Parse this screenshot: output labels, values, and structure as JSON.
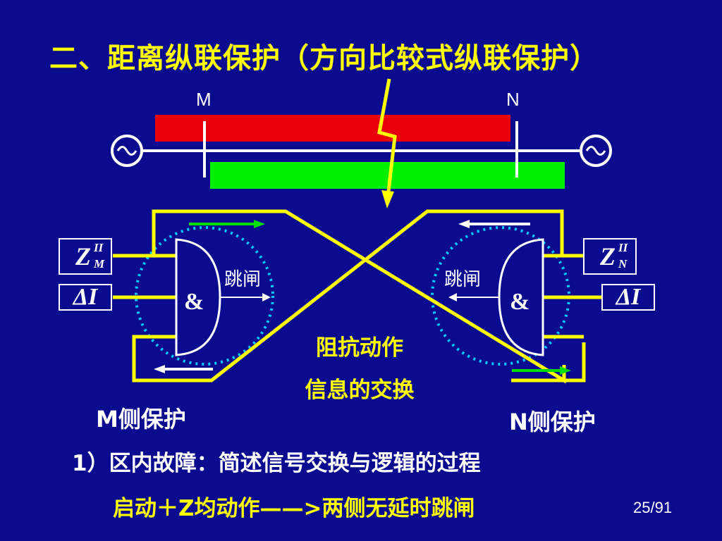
{
  "title": "二、距离纵联保护（方向比较式纵联保护）",
  "bus_labels": {
    "m": "M",
    "n": "N"
  },
  "relay_m": {
    "z_symbol": "Z",
    "z_superscript": "II",
    "z_subscript": "M",
    "delta_label": "ΔI",
    "gate_symbol": "&",
    "trip_label": "跳闸",
    "side_label": "M侧保护"
  },
  "relay_n": {
    "z_symbol": "Z",
    "z_superscript": "II",
    "z_subscript": "N",
    "delta_label": "ΔI",
    "gate_symbol": "&",
    "trip_label": "跳闸",
    "side_label": "N侧保护"
  },
  "center_caption": {
    "line1": "阻抗动作",
    "line2": "信息的交换"
  },
  "question": "1）区内故障：简述信号交换与逻辑的过程",
  "answer": "启动＋Z均动作——>两侧无延时跳闸",
  "page_number": "25/91",
  "colors": {
    "background": "#0b0b8f",
    "title": "#ffff00",
    "zone_m": "#e8000a",
    "zone_n": "#00ee00",
    "signal_wire": "#ffff00",
    "fault_mark": "#ffff00",
    "circle": "#00ccff",
    "arrow_green": "#00dd00",
    "text": "#ffffff"
  }
}
